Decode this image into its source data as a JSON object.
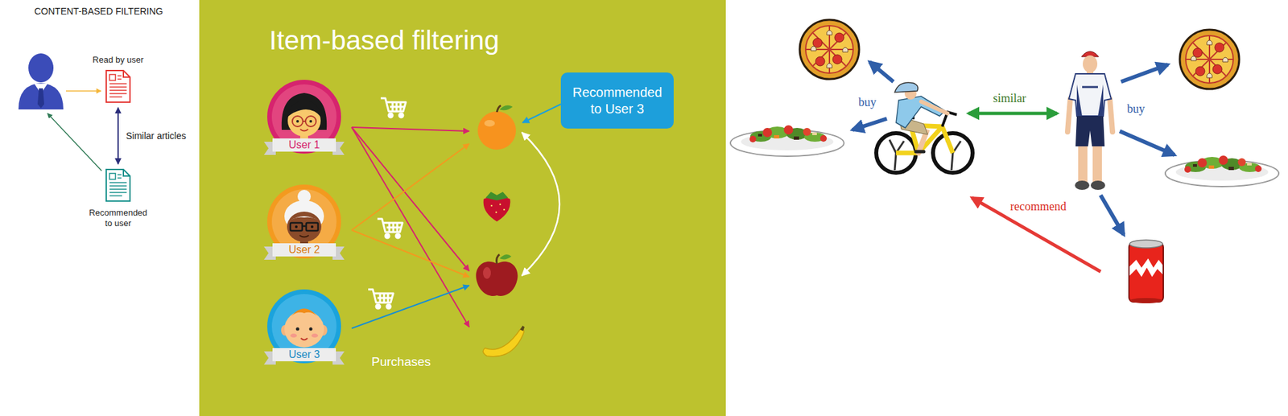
{
  "diagram": {
    "nodes": [
      {
        "text": [
          "Read by user"
        ]
      },
      {
        "text": [
          "Recommended to user"
        ]
      },
      {
        "text": [
          "User 1"
        ]
      },
      {
        "text": [
          "User 2"
        ]
      },
      {
        "text": [
          "User 3"
        ]
      },
      {
        "text": [
          "Recommended to User 3"
        ]
      }
    ],
    "edges": [
      {
        "from": 0,
        "to": 1,
        "arrow": "both",
        "label": "Similar articles"
      }
    ],
    "labels": [
      "CONTENT-BASED FILTERING",
      "Item-based filtering",
      "Purchases",
      "buy",
      "similar",
      "buy",
      "recommend"
    ]
  }
}
